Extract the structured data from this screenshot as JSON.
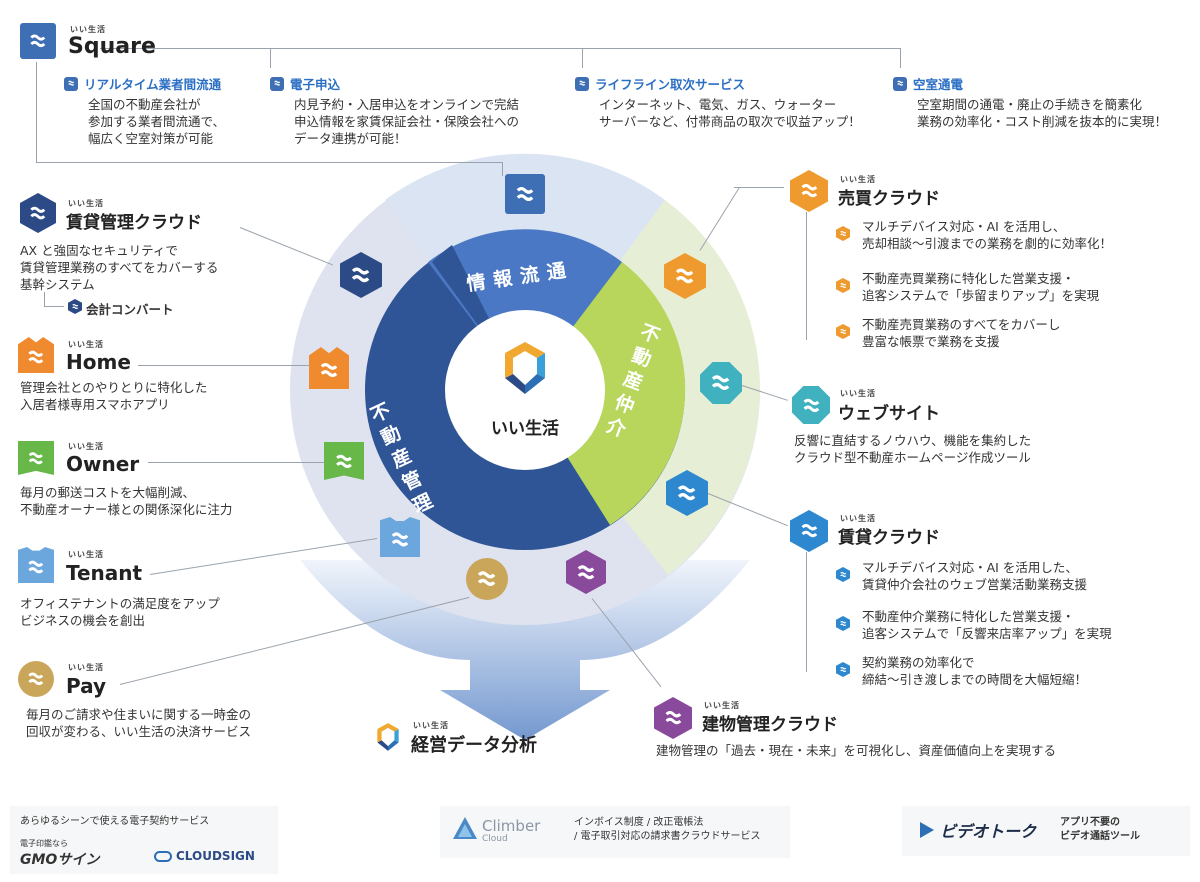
{
  "colors": {
    "blue": "#3e6fb5",
    "navy": "#2c4a85",
    "orange": "#ef8a2e",
    "green": "#67b849",
    "lightblue": "#6ba6dd",
    "gold": "#c9a65a",
    "purple": "#8a4a9c",
    "teal": "#3fb1bf",
    "sky": "#2d88cf",
    "lime": "#c3dc6e"
  },
  "brand_tag": "いい生活",
  "square": {
    "title": "Square",
    "features": [
      {
        "title": "リアルタイム業者間流通",
        "desc": [
          "全国の不動産会社が",
          "参加する業者間流通で、",
          "幅広く空室対策が可能"
        ]
      },
      {
        "title": "電子申込",
        "desc": [
          "内見予約・入居申込をオンラインで完結",
          "申込情報を家賃保証会社・保険会社への",
          "データ連携が可能！"
        ]
      },
      {
        "title": "ライフライン取次サービス",
        "desc": [
          "インターネット、電気、ガス、ウォーター",
          "サーバーなど、付帯商品の取次で収益アップ！"
        ]
      },
      {
        "title": "空室通電",
        "desc": [
          "空室期間の通電・廃止の手続きを簡素化",
          "業務の効率化・コスト削減を抜本的に実現！"
        ]
      }
    ]
  },
  "left_products": [
    {
      "id": "chintai-kanri",
      "title": "賃貸管理クラウド",
      "desc": [
        "AX と強固なセキュリティで",
        "賃貸管理業務のすべてをカバーする",
        "基幹システム"
      ],
      "sub": "会計コンバート"
    },
    {
      "id": "home",
      "title": "Home",
      "desc": [
        "管理会社とのやりとりに特化した",
        "入居者様専用スマホアプリ"
      ]
    },
    {
      "id": "owner",
      "title": "Owner",
      "desc": [
        "毎月の郵送コストを大幅削減、",
        "不動産オーナー様との関係深化に注力"
      ]
    },
    {
      "id": "tenant",
      "title": "Tenant",
      "desc": [
        "オフィステナントの満足度をアップ",
        "ビジネスの機会を創出"
      ]
    },
    {
      "id": "pay",
      "title": "Pay",
      "desc": [
        "毎月のご請求や住まいに関する一時金の",
        "回収が変わる、いい生活の決済サービス"
      ]
    }
  ],
  "right_products": {
    "baibai": {
      "title": "売買クラウド",
      "items": [
        [
          "マルチデバイス対応・AI を活用し、",
          "売却相談～引渡までの業務を劇的に効率化！"
        ],
        [
          "不動産売買業務に特化した営業支援・",
          "追客システムで「歩留まりアップ」を実現"
        ],
        [
          "不動産売買業務のすべてをカバーし",
          "豊富な帳票で業務を支援"
        ]
      ]
    },
    "website": {
      "title": "ウェブサイト",
      "desc": [
        "反響に直結するノウハウ、機能を集約した",
        "クラウド型不動産ホームページ作成ツール"
      ]
    },
    "chintai": {
      "title": "賃貸クラウド",
      "items": [
        [
          "マルチデバイス対応・AI を活用した、",
          "賃貸仲介会社のウェブ営業活動業務支援"
        ],
        [
          "不動産仲介業務に特化した営業支援・",
          "追客システムで「反響来店率アップ」を実現"
        ],
        [
          "契約業務の効率化で",
          "締結～引き渡しまでの時間を大幅短縮！"
        ]
      ]
    },
    "tatemono": {
      "title": "建物管理クラウド",
      "desc": [
        "建物管理の「過去・現在・未来」を可視化し、資産価値向上を実現する"
      ]
    }
  },
  "center": {
    "core": "いい生活",
    "seg_top": "情報流通",
    "seg_left": "不動産管理",
    "seg_right": "不動産仲介"
  },
  "analysis": "経営データ分析",
  "footer": {
    "sign_desc": "あらゆるシーンで使える電子契約サービス",
    "gmo_pre": "電子印鑑なら",
    "gmo": "GMOサイン",
    "cloudsign": "CLOUDSIGN",
    "climber": "Climber",
    "climber_sub": "Cloud",
    "climber_desc": [
      "インボイス制度 / 改正電帳法",
      "/ 電子取引対応の請求書クラウドサービス"
    ],
    "videotalk": "ビデオトーク",
    "videotalk_desc": [
      "アプリ不要の",
      "ビデオ通話ツール"
    ]
  }
}
